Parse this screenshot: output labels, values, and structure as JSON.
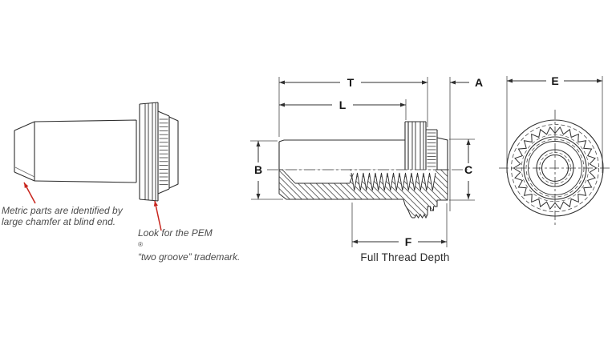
{
  "dimensions": {
    "t": "T",
    "l": "L",
    "a": "A",
    "b": "B",
    "c": "C",
    "e": "E",
    "f": "F"
  },
  "labels": {
    "full_thread_depth": "Full Thread Depth"
  },
  "notes": {
    "metric": {
      "line1": "Metric parts are identified by",
      "line2": "large chamfer at blind end."
    },
    "trademark": {
      "line1_prefix": "Look for the PEM",
      "registered_mark": "®",
      "line2": "“two groove” trademark."
    }
  },
  "colors": {
    "line_ink": "#2f2f2f",
    "thin_line": "#555555",
    "arrow_red": "#c8251d",
    "note_text": "#4c4c4c",
    "dim_text": "#161616"
  }
}
